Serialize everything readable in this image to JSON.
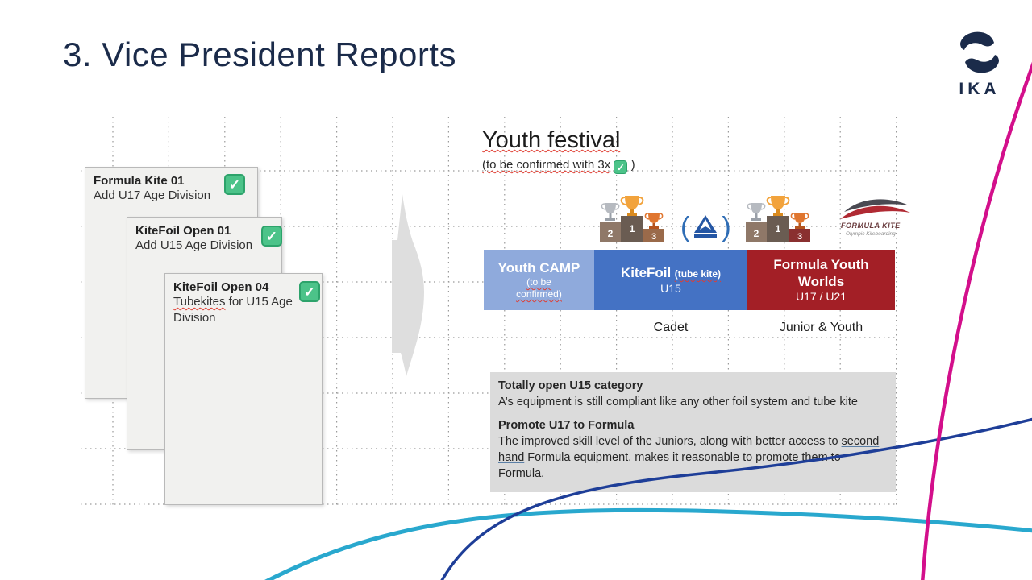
{
  "slide": {
    "title": "3. Vice President Reports",
    "logo_text": "IKA"
  },
  "cards": [
    {
      "title": "Formula Kite 01",
      "body": "Add U17 Age Division",
      "check": "✓"
    },
    {
      "title": "KiteFoil Open 01",
      "body": "Add U15 Age Division",
      "check": "✓"
    },
    {
      "title": "KiteFoil Open 04",
      "body_word": "Tubekites",
      "body_rest": " for U15 Age Division",
      "check": "✓"
    }
  ],
  "youth": {
    "heading": "Youth festival",
    "sub_prefix": "(to be confirmed with 3x",
    "sub_check": "✓",
    "sub_suffix": ")"
  },
  "podium": {
    "places": [
      "2",
      "1",
      "3"
    ]
  },
  "fk_logo": {
    "line1": "FORMULA KITE",
    "line2": "Olympic Kiteboarding"
  },
  "categories": {
    "camp": {
      "title": "Youth CAMP",
      "sub1": "(to be",
      "sub2": "confirmed)",
      "color": "#8FAADC"
    },
    "kitefoil": {
      "title": "KiteFoil",
      "title_note": "(tube kite)",
      "sub": "U15",
      "color": "#4472C4"
    },
    "formula": {
      "title1": "Formula Youth",
      "title2": "Worlds",
      "sub": "U17 / U21",
      "color": "#A31F26"
    }
  },
  "age_labels": {
    "left": "Cadet",
    "right": "Junior & Youth"
  },
  "notes": {
    "h1": "Totally open U15 category",
    "p1": "A’s equipment is still compliant like any other foil system and tube kite",
    "h2": "Promote U17 to Formula",
    "p2a": "The improved skill level of the Juniors, along with better access to ",
    "p2_link": "second hand",
    "p2b": " Formula equipment, makes it reasonable to promote them to Formula."
  }
}
